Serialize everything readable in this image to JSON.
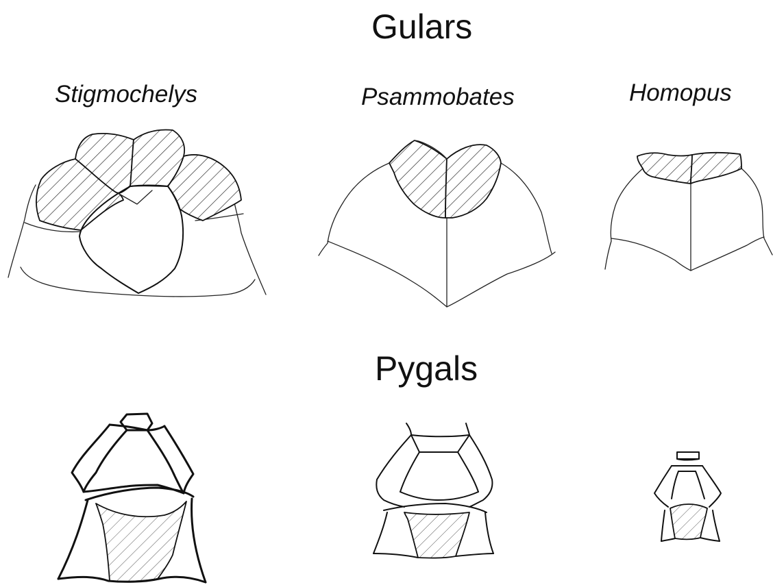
{
  "headings": {
    "gulars": "Gulars",
    "pygals": "Pygals"
  },
  "genera": {
    "stigmochelys": "Stigmochelys",
    "psammobates": "Psammobates",
    "homopus": "Homopus"
  },
  "colors": {
    "ink": "#111111",
    "background": "#ffffff"
  }
}
